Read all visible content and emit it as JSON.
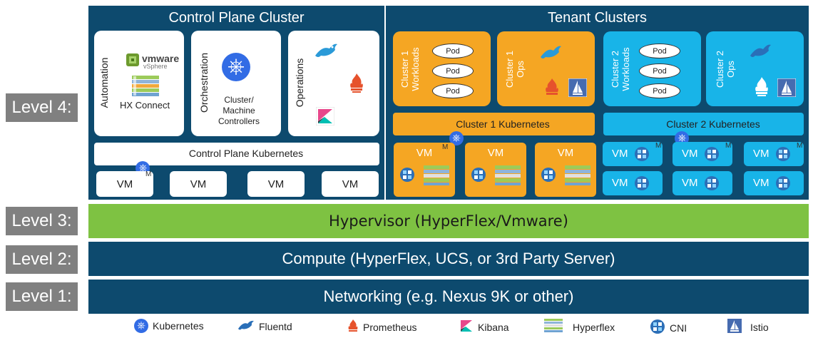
{
  "levels": {
    "l4": "Level 4:",
    "l3": "Level 3:",
    "l2": "Level 2:",
    "l1": "Level 1:"
  },
  "bands": {
    "hypervisor": "Hypervisor (HyperFlex/Vmware)",
    "compute": "Compute (HyperFlex, UCS, or 3rd Party Server)",
    "networking": "Networking (e.g. Nexus 9K or other)"
  },
  "control_plane": {
    "title": "Control Plane Cluster",
    "automation": "Automation",
    "vmware_brand": "vmware",
    "vsphere": "vSphere",
    "hx_connect": "HX Connect",
    "orchestration": "Orchestration",
    "controllers": [
      "Cluster/",
      "Machine",
      "Controllers"
    ],
    "operations": "Operations",
    "kubernetes_bar": "Control Plane Kubernetes",
    "vm_label": "VM",
    "master_mark": "M"
  },
  "tenant": {
    "title": "Tenant Clusters",
    "c1_workloads": [
      "Cluster 1",
      "Workloads"
    ],
    "c1_ops": [
      "Cluster 1",
      "Ops"
    ],
    "c2_workloads": [
      "Cluster 2",
      "Workloads"
    ],
    "c2_ops": [
      "Cluster 2",
      "Ops"
    ],
    "pod": "Pod",
    "c1_kubernetes": "Cluster 1 Kubernetes",
    "c2_kubernetes": "Cluster 2 Kubernetes",
    "vm_label": "VM",
    "master_mark": "M"
  },
  "legend": {
    "kubernetes": "Kubernetes",
    "fluentd": "Fluentd",
    "prometheus": "Prometheus",
    "kibana": "Kibana",
    "hyperflex": "Hyperflex",
    "cni": "CNI",
    "istio": "Istio"
  },
  "colors": {
    "navy": "#0d4a6e",
    "green": "#7ec242",
    "orange": "#f5a623",
    "cyan": "#18b4e8",
    "gray_label": "#808080",
    "kubernetes_blue": "#326ce5"
  }
}
